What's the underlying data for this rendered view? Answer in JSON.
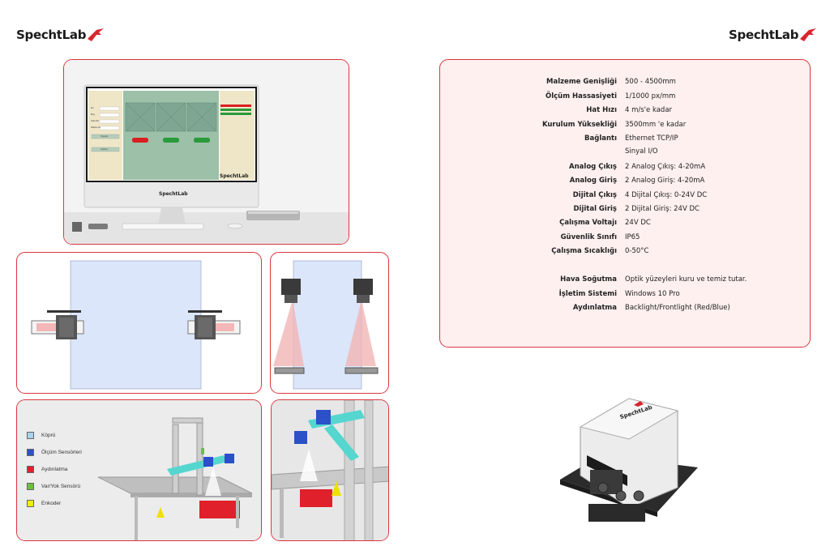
{
  "brand": {
    "name": "SpechtLab",
    "accent": "#d9252e"
  },
  "monitor": {
    "screen_brand": "SpechtLab",
    "bezel_brand": "SpechtLab",
    "form_fields": [
      "En",
      "Boy",
      "Kalınlık",
      "Malzeme"
    ],
    "buttons": [
      "Kaydet",
      "Hiçbiry"
    ],
    "status_colors": [
      "#d82020",
      "#2a9a3a",
      "#2a9a3a"
    ]
  },
  "legend": [
    {
      "label": "Köprü",
      "color": "#a9d3ea"
    },
    {
      "label": "Ölçüm Sensörleri",
      "color": "#2b50c8"
    },
    {
      "label": "Aydınlatma",
      "color": "#e0202a"
    },
    {
      "label": "Var/Yok Sensörü",
      "color": "#6cc040"
    },
    {
      "label": "Enkoder",
      "color": "#f0f000"
    }
  ],
  "specs": [
    {
      "label": "Malzeme Genişliği",
      "value": "500 - 4500mm"
    },
    {
      "label": "Ölçüm Hassasiyeti",
      "value": "1/1000 px/mm"
    },
    {
      "label": "Hat Hızı",
      "value": "4 m/s'e kadar"
    },
    {
      "label": "Kurulum Yüksekliği",
      "value": "3500mm 'e kadar"
    },
    {
      "label": "Bağlantı",
      "value": "Ethernet TCP/IP"
    },
    {
      "label": "",
      "value": "Sinyal I/O"
    },
    {
      "label": "Analog Çıkış",
      "value": "2 Analog Çıkış: 4-20mA"
    },
    {
      "label": "Analog Giriş",
      "value": "2 Analog Giriş: 4-20mA"
    },
    {
      "label": "Dijital Çıkış",
      "value": "4 Dijital Çıkış: 0-24V DC"
    },
    {
      "label": "Dijital Giriş",
      "value": "2 Dijital Giriş: 24V DC"
    },
    {
      "label": "Çalışma Voltajı",
      "value": "24V DC"
    },
    {
      "label": "Güvenlik Sınıfı",
      "value": "IP65"
    },
    {
      "label": "Çalışma Sıcaklığı",
      "value": "0-50°C"
    },
    {
      "label": "Hava Soğutma",
      "value": "Optik yüzeyleri kuru ve temiz tutar."
    },
    {
      "label": "İşletim Sistemi",
      "value": "Windows 10 Pro"
    },
    {
      "label": "Aydınlatma",
      "value": "Backlight/Frontlight (Red/Blue)"
    }
  ],
  "product": {
    "label": "SpechtLab"
  }
}
